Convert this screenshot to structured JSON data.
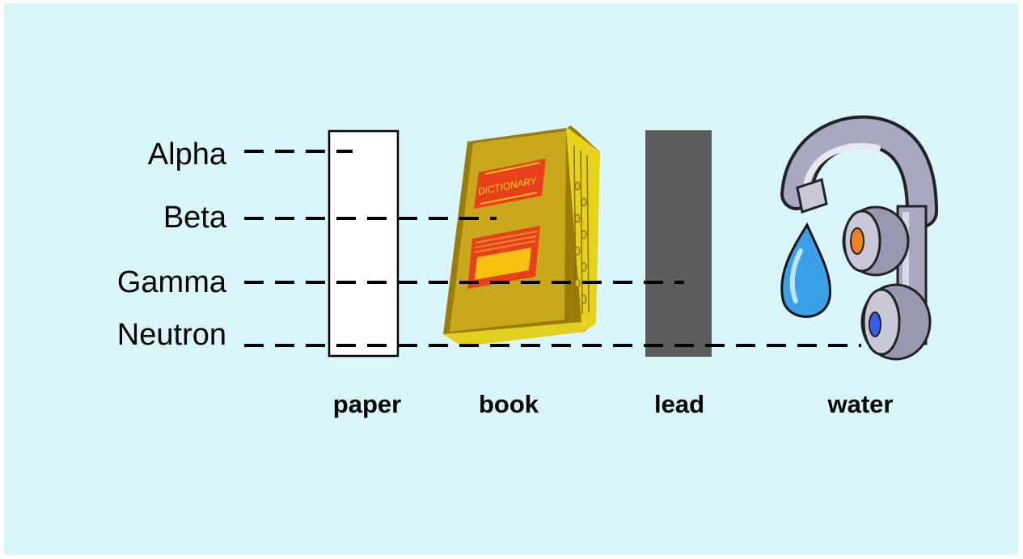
{
  "rays": [
    {
      "id": "alpha",
      "label": "Alpha",
      "stops_at": "paper"
    },
    {
      "id": "beta",
      "label": "Beta",
      "stops_at": "book"
    },
    {
      "id": "gamma",
      "label": "Gamma",
      "stops_at": "lead"
    },
    {
      "id": "neutron",
      "label": "Neutron",
      "stops_at": "water"
    }
  ],
  "materials": [
    {
      "id": "paper",
      "label": "paper"
    },
    {
      "id": "book",
      "label": "book"
    },
    {
      "id": "lead",
      "label": "lead"
    },
    {
      "id": "water",
      "label": "water"
    }
  ],
  "book_cover_text": "DICTIONARY",
  "colors": {
    "background": "#d8f6fb",
    "paper": "#ffffff",
    "book": "#c8a81a",
    "book_label": "#e8401a",
    "lead": "#5d5d5d",
    "water_drop": "#3aa0e8",
    "tap": "#a8a8c0"
  }
}
